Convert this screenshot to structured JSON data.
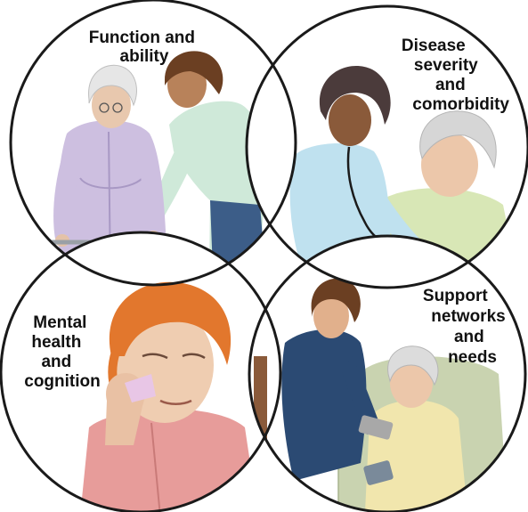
{
  "quadrants": [
    {
      "id": "function",
      "label_lines": [
        "Function and",
        "ability"
      ]
    },
    {
      "id": "disease",
      "label_lines": [
        "Disease",
        "severity",
        "and",
        "comorbidity"
      ]
    },
    {
      "id": "mental",
      "label_lines": [
        "Mental",
        "health",
        "and",
        "cognition"
      ]
    },
    {
      "id": "support",
      "label_lines": [
        "Support",
        "networks",
        "and",
        "needs"
      ]
    }
  ],
  "colors": {
    "circle_stroke": "#1a1a1a",
    "label_text": "#111111",
    "gown_lavender": "#cdbfe0",
    "scrubs_mint": "#cfe9d9",
    "scrubs_lightblue": "#bfe1ef",
    "patient_green": "#d8e7b6",
    "cardigan_pink": "#e79c9a",
    "hair_orange": "#e2772d",
    "scrubs_navy": "#2b4a73",
    "cardigan_yellow": "#f1e6ad",
    "armchair_sage": "#c9d3b0",
    "walker_gray": "#9aa0a6"
  }
}
